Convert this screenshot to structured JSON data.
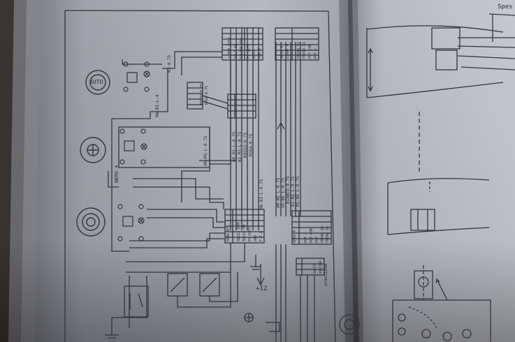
{
  "labels": {
    "auto": "AUTO",
    "nero4": "NERO 4",
    "plus12": "+12",
    "spes": "Spes",
    "top_wire": "BI-0.75",
    "ma_wire": "MA-BI-L-4",
    "ar_wire": "AR-RS-L-0.75",
    "rosso_top": "ROSSO-0.75",
    "rosa_top": "ROSA-0.75",
    "wires_mid": [
      "GR-RS-L-0.75",
      "BI-RS-L-0.75",
      "ROSSO-0.75",
      "ROSA-0.75"
    ],
    "wires_right": [
      "AR-NE L-0.75",
      "VE-NE L-0.75",
      "BIANCO-0.75",
      "BI-NE L-0.75",
      "RS-NE L-0.75"
    ],
    "ma_right": "MA-BI-L-0.75",
    "conn_top_right": [
      "POT +",
      "POT COM",
      "FRENO DX",
      "FRENO SX",
      "STRAF 4",
      "SPIA 4"
    ],
    "conn_top_left": [
      "MAN 4",
      "AUTO",
      "EV DIFF",
      "RILEVE POS",
      "PALA DX",
      "4-RPM AUTO"
    ],
    "conn_bot_right": [
      "POT +",
      "POT-COM",
      "POT -",
      "FRENO DX",
      "FRENO SX",
      "SPIA 4"
    ],
    "conn_bot_left": [
      "P.T.O",
      "GND",
      "EV DIFF",
      "SELEZ 4W",
      "SELEZ RPM",
      "SENS DT"
    ],
    "legend": [
      "nero",
      "verde",
      "arancione"
    ]
  }
}
